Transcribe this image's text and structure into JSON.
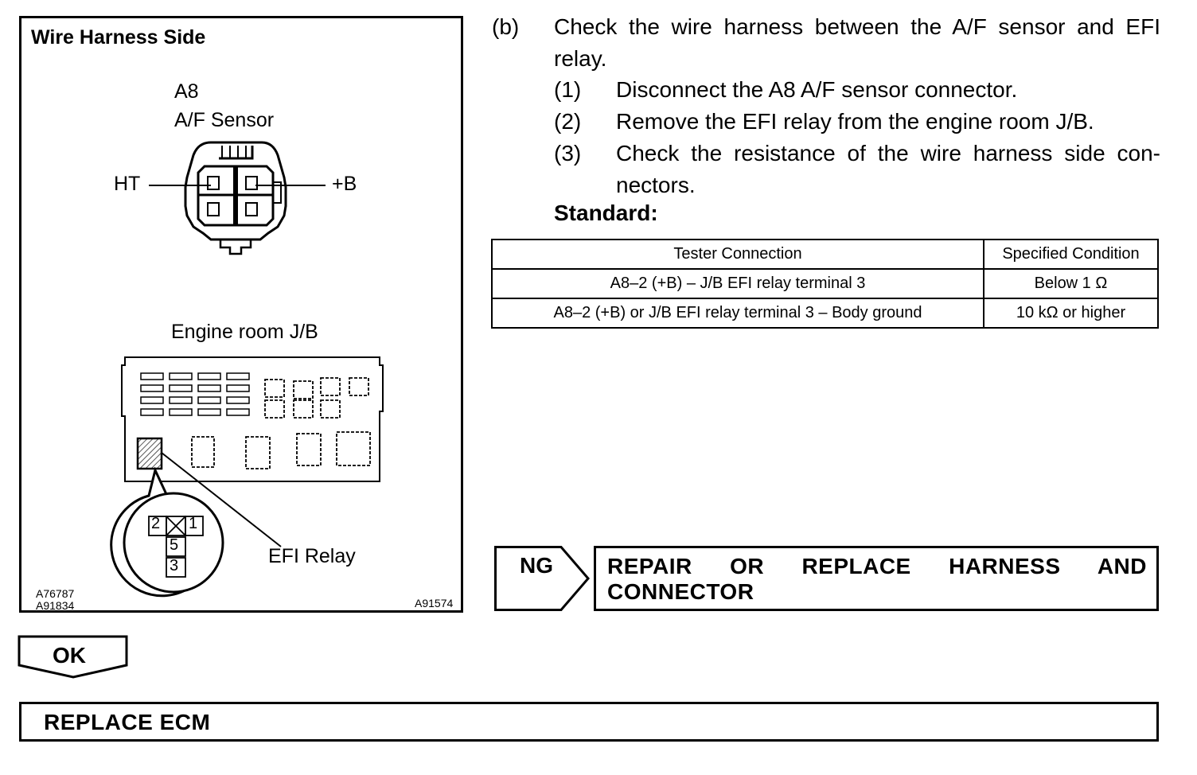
{
  "figure": {
    "title": "Wire Harness Side",
    "connector_code": "A8",
    "connector_name": "A/F Sensor",
    "pin_left": "HT",
    "pin_right": "+B",
    "jb_title": "Engine room J/B",
    "relay_label": "EFI Relay",
    "relay_terminals": [
      "2",
      "1",
      "5",
      "3"
    ],
    "ref_codes_left": [
      "A76787",
      "A91834"
    ],
    "ref_code_right": "A91574"
  },
  "instructions": {
    "marker": "(b)",
    "text": "Check the wire harness between the A/F sensor and EFI relay.",
    "substeps": [
      {
        "marker": "(1)",
        "text": "Disconnect the A8 A/F sensor connector."
      },
      {
        "marker": "(2)",
        "text": "Remove the EFI relay from the engine room J/B."
      },
      {
        "marker": "(3)",
        "text": "Check the resistance of the wire harness side con-nectors."
      }
    ],
    "standard_label": "Standard:"
  },
  "spec_table": {
    "headers": [
      "Tester Connection",
      "Specified Condition"
    ],
    "rows": [
      [
        "A8–2 (+B) – J/B EFI relay terminal 3",
        "Below 1 Ω"
      ],
      [
        "A8–2 (+B) or J/B EFI relay terminal 3 – Body ground",
        "10 kΩ or higher"
      ]
    ]
  },
  "flow": {
    "ng_label": "NG",
    "ng_action": "REPAIR OR REPLACE HARNESS AND CONNECTOR",
    "ok_label": "OK",
    "ok_action": "REPLACE ECM"
  }
}
